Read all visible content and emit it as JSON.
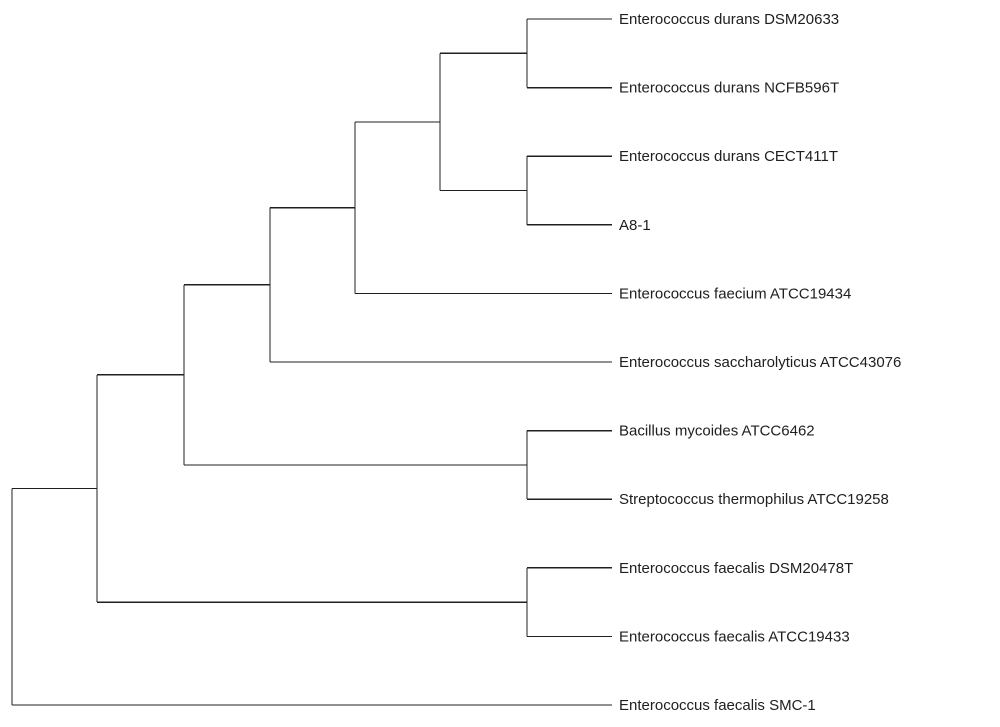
{
  "tree": {
    "children": [
      {
        "children": [
          {
            "children": [
              {
                "children": [
                  {
                    "children": [
                      {
                        "children": [
                          {
                            "label": "Enterococcus durans DSM20633"
                          },
                          {
                            "label": "Enterococcus durans NCFB596T"
                          }
                        ]
                      },
                      {
                        "children": [
                          {
                            "label": "Enterococcus durans CECT411T"
                          },
                          {
                            "label": "A8-1"
                          }
                        ]
                      }
                    ]
                  },
                  {
                    "label": "Enterococcus faecium ATCC19434"
                  }
                ]
              },
              {
                "label": "Enterococcus saccharolyticus ATCC43076"
              }
            ]
          },
          {
            "children": [
              {
                "label": "Bacillus mycoides ATCC6462"
              },
              {
                "label": "Streptococcus thermophilus ATCC19258"
              }
            ]
          }
        ]
      },
      {
        "children": [
          {
            "label": "Enterococcus faecalis DSM20478T"
          },
          {
            "label": "Enterococcus faecalis ATCC19433"
          }
        ]
      }
    ]
  },
  "outgroup": {
    "label": "Enterococcus faecalis SMC-1"
  },
  "colors": {
    "line": "#202020",
    "text": "#202020",
    "background": "#ffffff"
  }
}
